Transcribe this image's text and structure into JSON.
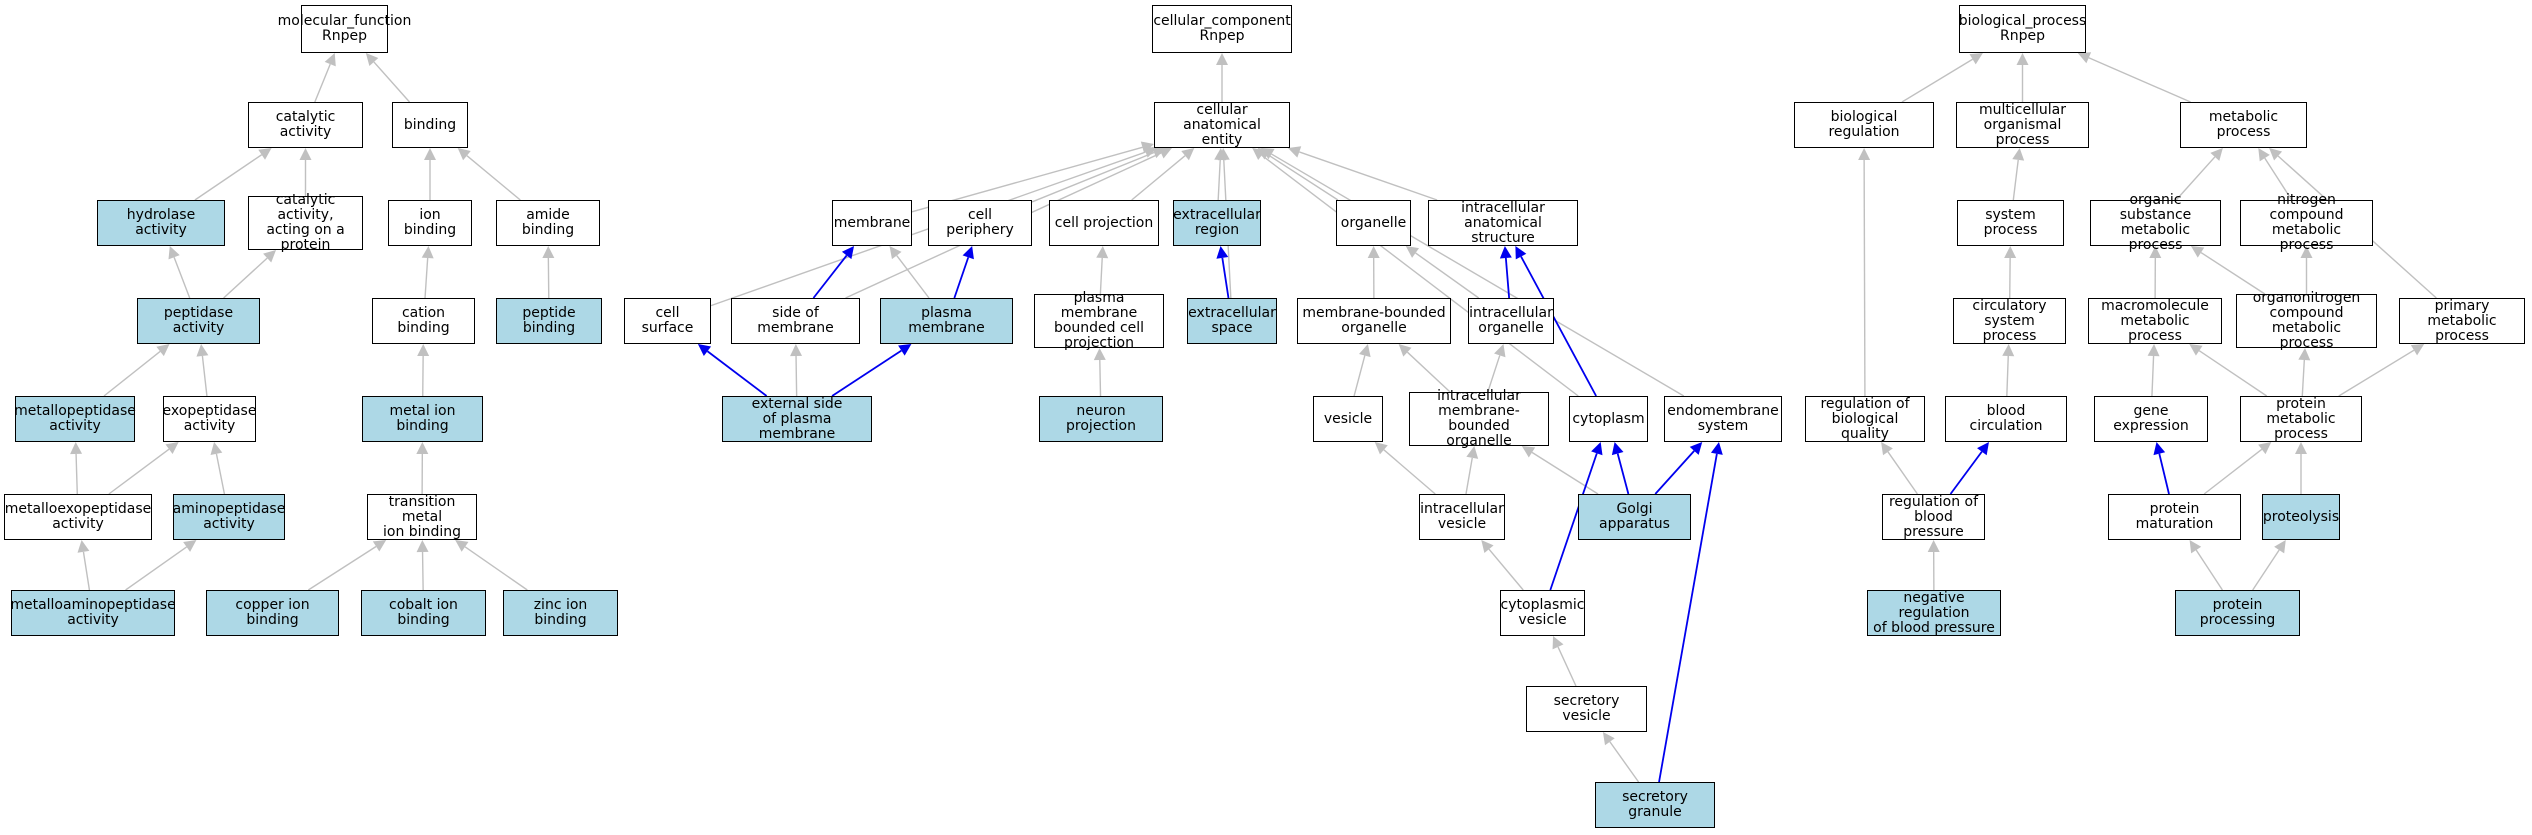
{
  "nodes": {
    "mf_root": {
      "label": "molecular_function\nRnpep",
      "highlight": false
    },
    "catalytic": {
      "label": "catalytic activity",
      "highlight": false
    },
    "binding": {
      "label": "binding",
      "highlight": false
    },
    "hydrolase": {
      "label": "hydrolase activity",
      "highlight": true
    },
    "cat_protein": {
      "label": "catalytic activity,\nacting on a\nprotein",
      "highlight": false
    },
    "ion_binding": {
      "label": "ion binding",
      "highlight": false
    },
    "amide_binding": {
      "label": "amide binding",
      "highlight": false
    },
    "peptidase": {
      "label": "peptidase activity",
      "highlight": true
    },
    "cation_binding": {
      "label": "cation binding",
      "highlight": false
    },
    "peptide_binding": {
      "label": "peptide binding",
      "highlight": true
    },
    "metallopeptidase": {
      "label": "metallopeptidase\nactivity",
      "highlight": true
    },
    "exopeptidase": {
      "label": "exopeptidase\nactivity",
      "highlight": false
    },
    "metal_ion_binding": {
      "label": "metal ion binding",
      "highlight": true
    },
    "metalloexopeptidase": {
      "label": "metalloexopeptidase\nactivity",
      "highlight": false
    },
    "aminopeptidase": {
      "label": "aminopeptidase\nactivity",
      "highlight": true
    },
    "transition_metal": {
      "label": "transition metal\nion binding",
      "highlight": false
    },
    "metalloaminopeptidase": {
      "label": "metalloaminopeptidase\nactivity",
      "highlight": true
    },
    "copper": {
      "label": "copper ion binding",
      "highlight": true
    },
    "cobalt": {
      "label": "cobalt ion binding",
      "highlight": true
    },
    "zinc": {
      "label": "zinc ion binding",
      "highlight": true
    },
    "cc_root": {
      "label": "cellular_component\nRnpep",
      "highlight": false
    },
    "cae": {
      "label": "cellular anatomical\nentity",
      "highlight": false
    },
    "membrane": {
      "label": "membrane",
      "highlight": false
    },
    "cell_periphery": {
      "label": "cell periphery",
      "highlight": false
    },
    "cell_projection": {
      "label": "cell projection",
      "highlight": false
    },
    "extracellular_region": {
      "label": "extracellular\nregion",
      "highlight": true
    },
    "organelle": {
      "label": "organelle",
      "highlight": false
    },
    "ias": {
      "label": "intracellular\nanatomical structure",
      "highlight": false
    },
    "cell_surface": {
      "label": "cell surface",
      "highlight": false
    },
    "side_of_membrane": {
      "label": "side of membrane",
      "highlight": false
    },
    "plasma_membrane": {
      "label": "plasma membrane",
      "highlight": true
    },
    "pmbcp": {
      "label": "plasma membrane\nbounded cell\nprojection",
      "highlight": false
    },
    "extracellular_space": {
      "label": "extracellular\nspace",
      "highlight": true
    },
    "mbo": {
      "label": "membrane-bounded\norganelle",
      "highlight": false
    },
    "intracellular_organelle": {
      "label": "intracellular\norganelle",
      "highlight": false
    },
    "external_side": {
      "label": "external side\nof plasma membrane",
      "highlight": true
    },
    "neuron_projection": {
      "label": "neuron projection",
      "highlight": true
    },
    "vesicle": {
      "label": "vesicle",
      "highlight": false
    },
    "imbo": {
      "label": "intracellular\nmembrane-bounded\norganelle",
      "highlight": false
    },
    "cytoplasm": {
      "label": "cytoplasm",
      "highlight": false
    },
    "endomembrane": {
      "label": "endomembrane\nsystem",
      "highlight": false
    },
    "intracellular_vesicle": {
      "label": "intracellular\nvesicle",
      "highlight": false
    },
    "golgi": {
      "label": "Golgi apparatus",
      "highlight": true
    },
    "cytoplasmic_vesicle": {
      "label": "cytoplasmic\nvesicle",
      "highlight": false
    },
    "secretory_vesicle": {
      "label": "secretory vesicle",
      "highlight": false
    },
    "secretory_granule": {
      "label": "secretory granule",
      "highlight": true
    },
    "bp_root": {
      "label": "biological_process\nRnpep",
      "highlight": false
    },
    "bio_reg": {
      "label": "biological regulation",
      "highlight": false
    },
    "multicellular": {
      "label": "multicellular\norganismal process",
      "highlight": false
    },
    "metabolic": {
      "label": "metabolic process",
      "highlight": false
    },
    "system_process": {
      "label": "system process",
      "highlight": false
    },
    "organic_substance": {
      "label": "organic substance\nmetabolic process",
      "highlight": false
    },
    "nitrogen_compound": {
      "label": "nitrogen compound\nmetabolic process",
      "highlight": false
    },
    "circulatory": {
      "label": "circulatory\nsystem process",
      "highlight": false
    },
    "macromolecule": {
      "label": "macromolecule\nmetabolic process",
      "highlight": false
    },
    "organonitrogen": {
      "label": "organonitrogen\ncompound metabolic\nprocess",
      "highlight": false
    },
    "primary_metabolic": {
      "label": "primary metabolic\nprocess",
      "highlight": false
    },
    "reg_bio_quality": {
      "label": "regulation of\nbiological quality",
      "highlight": false
    },
    "blood_circulation": {
      "label": "blood circulation",
      "highlight": false
    },
    "gene_expression": {
      "label": "gene expression",
      "highlight": false
    },
    "protein_metabolic": {
      "label": "protein metabolic\nprocess",
      "highlight": false
    },
    "reg_blood_pressure": {
      "label": "regulation of\nblood pressure",
      "highlight": false
    },
    "protein_maturation": {
      "label": "protein maturation",
      "highlight": false
    },
    "proteolysis": {
      "label": "proteolysis",
      "highlight": true
    },
    "neg_reg_bp": {
      "label": "negative regulation\nof blood pressure",
      "highlight": true
    },
    "protein_processing": {
      "label": "protein processing",
      "highlight": true
    }
  },
  "edges": [
    {
      "from": "catalytic",
      "to": "mf_root",
      "kind": "is_a"
    },
    {
      "from": "binding",
      "to": "mf_root",
      "kind": "is_a"
    },
    {
      "from": "hydrolase",
      "to": "catalytic",
      "kind": "is_a"
    },
    {
      "from": "cat_protein",
      "to": "catalytic",
      "kind": "is_a"
    },
    {
      "from": "ion_binding",
      "to": "binding",
      "kind": "is_a"
    },
    {
      "from": "amide_binding",
      "to": "binding",
      "kind": "is_a"
    },
    {
      "from": "peptidase",
      "to": "hydrolase",
      "kind": "is_a"
    },
    {
      "from": "peptidase",
      "to": "cat_protein",
      "kind": "is_a"
    },
    {
      "from": "cation_binding",
      "to": "ion_binding",
      "kind": "is_a"
    },
    {
      "from": "peptide_binding",
      "to": "amide_binding",
      "kind": "is_a"
    },
    {
      "from": "metallopeptidase",
      "to": "peptidase",
      "kind": "is_a"
    },
    {
      "from": "exopeptidase",
      "to": "peptidase",
      "kind": "is_a"
    },
    {
      "from": "metal_ion_binding",
      "to": "cation_binding",
      "kind": "is_a"
    },
    {
      "from": "metalloexopeptidase",
      "to": "metallopeptidase",
      "kind": "is_a"
    },
    {
      "from": "metalloexopeptidase",
      "to": "exopeptidase",
      "kind": "is_a"
    },
    {
      "from": "aminopeptidase",
      "to": "exopeptidase",
      "kind": "is_a"
    },
    {
      "from": "transition_metal",
      "to": "metal_ion_binding",
      "kind": "is_a"
    },
    {
      "from": "metalloaminopeptidase",
      "to": "metalloexopeptidase",
      "kind": "is_a"
    },
    {
      "from": "metalloaminopeptidase",
      "to": "aminopeptidase",
      "kind": "is_a"
    },
    {
      "from": "copper",
      "to": "transition_metal",
      "kind": "is_a"
    },
    {
      "from": "cobalt",
      "to": "transition_metal",
      "kind": "is_a"
    },
    {
      "from": "zinc",
      "to": "transition_metal",
      "kind": "is_a"
    },
    {
      "from": "cae",
      "to": "cc_root",
      "kind": "is_a"
    },
    {
      "from": "membrane",
      "to": "cae",
      "kind": "is_a"
    },
    {
      "from": "cell_periphery",
      "to": "cae",
      "kind": "is_a"
    },
    {
      "from": "cell_projection",
      "to": "cae",
      "kind": "is_a"
    },
    {
      "from": "extracellular_region",
      "to": "cae",
      "kind": "is_a"
    },
    {
      "from": "organelle",
      "to": "cae",
      "kind": "is_a"
    },
    {
      "from": "ias",
      "to": "cae",
      "kind": "is_a"
    },
    {
      "from": "cell_surface",
      "to": "cae",
      "kind": "is_a"
    },
    {
      "from": "side_of_membrane",
      "to": "cae",
      "kind": "is_a"
    },
    {
      "from": "extracellular_space",
      "to": "cae",
      "kind": "is_a"
    },
    {
      "from": "cytoplasm",
      "to": "cae",
      "kind": "is_a"
    },
    {
      "from": "endomembrane",
      "to": "cae",
      "kind": "is_a"
    },
    {
      "from": "side_of_membrane",
      "to": "membrane",
      "kind": "part_of"
    },
    {
      "from": "plasma_membrane",
      "to": "membrane",
      "kind": "is_a"
    },
    {
      "from": "plasma_membrane",
      "to": "cell_periphery",
      "kind": "part_of"
    },
    {
      "from": "pmbcp",
      "to": "cell_projection",
      "kind": "is_a"
    },
    {
      "from": "extracellular_space",
      "to": "extracellular_region",
      "kind": "part_of"
    },
    {
      "from": "mbo",
      "to": "organelle",
      "kind": "is_a"
    },
    {
      "from": "intracellular_organelle",
      "to": "organelle",
      "kind": "is_a"
    },
    {
      "from": "intracellular_organelle",
      "to": "ias",
      "kind": "part_of"
    },
    {
      "from": "cytoplasm",
      "to": "ias",
      "kind": "part_of"
    },
    {
      "from": "external_side",
      "to": "cell_surface",
      "kind": "part_of"
    },
    {
      "from": "external_side",
      "to": "side_of_membrane",
      "kind": "is_a"
    },
    {
      "from": "external_side",
      "to": "plasma_membrane",
      "kind": "part_of"
    },
    {
      "from": "neuron_projection",
      "to": "pmbcp",
      "kind": "is_a"
    },
    {
      "from": "vesicle",
      "to": "mbo",
      "kind": "is_a"
    },
    {
      "from": "imbo",
      "to": "mbo",
      "kind": "is_a"
    },
    {
      "from": "imbo",
      "to": "intracellular_organelle",
      "kind": "is_a"
    },
    {
      "from": "intracellular_vesicle",
      "to": "vesicle",
      "kind": "is_a"
    },
    {
      "from": "intracellular_vesicle",
      "to": "imbo",
      "kind": "is_a"
    },
    {
      "from": "golgi",
      "to": "imbo",
      "kind": "is_a"
    },
    {
      "from": "golgi",
      "to": "cytoplasm",
      "kind": "part_of"
    },
    {
      "from": "golgi",
      "to": "endomembrane",
      "kind": "part_of"
    },
    {
      "from": "cytoplasmic_vesicle",
      "to": "intracellular_vesicle",
      "kind": "is_a"
    },
    {
      "from": "cytoplasmic_vesicle",
      "to": "cytoplasm",
      "kind": "part_of"
    },
    {
      "from": "secretory_vesicle",
      "to": "cytoplasmic_vesicle",
      "kind": "is_a"
    },
    {
      "from": "secretory_granule",
      "to": "secretory_vesicle",
      "kind": "is_a"
    },
    {
      "from": "secretory_granule",
      "to": "endomembrane",
      "kind": "part_of"
    },
    {
      "from": "bio_reg",
      "to": "bp_root",
      "kind": "is_a"
    },
    {
      "from": "multicellular",
      "to": "bp_root",
      "kind": "is_a"
    },
    {
      "from": "metabolic",
      "to": "bp_root",
      "kind": "is_a"
    },
    {
      "from": "system_process",
      "to": "multicellular",
      "kind": "is_a"
    },
    {
      "from": "organic_substance",
      "to": "metabolic",
      "kind": "is_a"
    },
    {
      "from": "nitrogen_compound",
      "to": "metabolic",
      "kind": "is_a"
    },
    {
      "from": "primary_metabolic",
      "to": "metabolic",
      "kind": "is_a"
    },
    {
      "from": "circulatory",
      "to": "system_process",
      "kind": "is_a"
    },
    {
      "from": "macromolecule",
      "to": "organic_substance",
      "kind": "is_a"
    },
    {
      "from": "organonitrogen",
      "to": "organic_substance",
      "kind": "is_a"
    },
    {
      "from": "organonitrogen",
      "to": "nitrogen_compound",
      "kind": "is_a"
    },
    {
      "from": "reg_bio_quality",
      "to": "bio_reg",
      "kind": "is_a"
    },
    {
      "from": "blood_circulation",
      "to": "circulatory",
      "kind": "is_a"
    },
    {
      "from": "gene_expression",
      "to": "macromolecule",
      "kind": "is_a"
    },
    {
      "from": "protein_metabolic",
      "to": "macromolecule",
      "kind": "is_a"
    },
    {
      "from": "protein_metabolic",
      "to": "organonitrogen",
      "kind": "is_a"
    },
    {
      "from": "protein_metabolic",
      "to": "primary_metabolic",
      "kind": "is_a"
    },
    {
      "from": "reg_blood_pressure",
      "to": "reg_bio_quality",
      "kind": "is_a"
    },
    {
      "from": "reg_blood_pressure",
      "to": "blood_circulation",
      "kind": "part_of"
    },
    {
      "from": "protein_maturation",
      "to": "gene_expression",
      "kind": "part_of"
    },
    {
      "from": "protein_maturation",
      "to": "protein_metabolic",
      "kind": "is_a"
    },
    {
      "from": "proteolysis",
      "to": "protein_metabolic",
      "kind": "is_a"
    },
    {
      "from": "neg_reg_bp",
      "to": "reg_blood_pressure",
      "kind": "is_a"
    },
    {
      "from": "protein_processing",
      "to": "protein_maturation",
      "kind": "is_a"
    },
    {
      "from": "protein_processing",
      "to": "proteolysis",
      "kind": "is_a"
    }
  ],
  "colors": {
    "highlight_fill": "#add8e6",
    "is_a_edge": "#c0c0c0",
    "part_of_edge": "#0000ee",
    "node_border": "#000000"
  }
}
